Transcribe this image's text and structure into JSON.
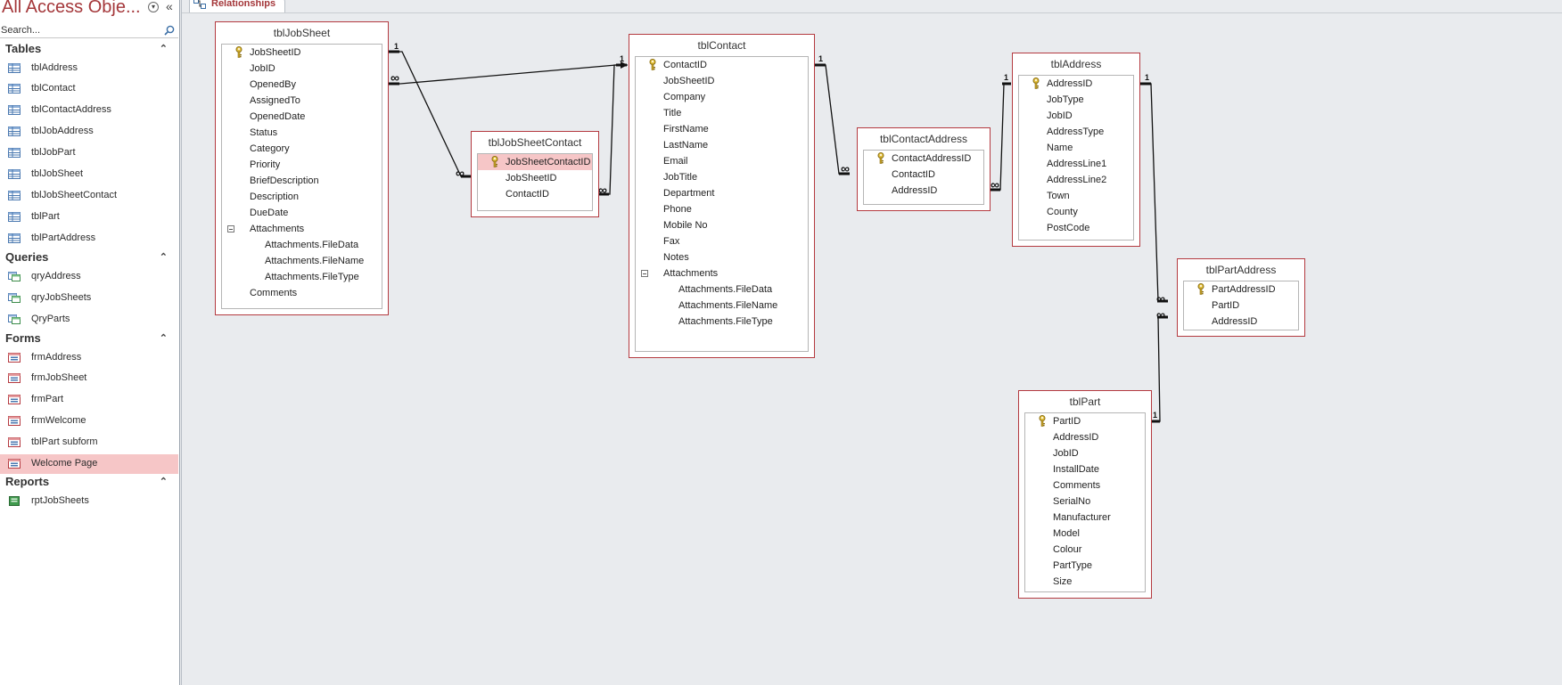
{
  "nav": {
    "title": "All Access Obje...",
    "search_placeholder": "Search...",
    "groups": [
      {
        "label": "Tables",
        "items": [
          "tblAddress",
          "tblContact",
          "tblContactAddress",
          "tblJobAddress",
          "tblJobPart",
          "tblJobSheet",
          "tblJobSheetContact",
          "tblPart",
          "tblPartAddress"
        ]
      },
      {
        "label": "Queries",
        "items": [
          "qryAddress",
          "qryJobSheets",
          "QryParts"
        ]
      },
      {
        "label": "Forms",
        "items": [
          "frmAddress",
          "frmJobSheet",
          "frmPart",
          "frmWelcome",
          "tblPart subform",
          "Welcome Page"
        ]
      },
      {
        "label": "Reports",
        "items": [
          "rptJobSheets"
        ]
      }
    ],
    "selected_item": "Welcome Page",
    "selected_color": "#f6c6c7"
  },
  "tab": {
    "label": "Relationships"
  },
  "tables": {
    "tblJobSheet": {
      "title": "tblJobSheet",
      "fields": [
        "JobSheetID",
        "JobID",
        "OpenedBy",
        "AssignedTo",
        "OpenedDate",
        "Status",
        "Category",
        "Priority",
        "BriefDescription",
        "Description",
        "DueDate",
        "Attachments",
        "Attachments.FileData",
        "Attachments.FileName",
        "Attachments.FileType",
        "Comments"
      ]
    },
    "tblJobSheetContact": {
      "title": "tblJobSheetContact",
      "fields": [
        "JobSheetContactID",
        "JobSheetID",
        "ContactID"
      ]
    },
    "tblContact": {
      "title": "tblContact",
      "fields": [
        "ContactID",
        "JobSheetID",
        "Company",
        "Title",
        "FirstName",
        "LastName",
        "Email",
        "JobTitle",
        "Department",
        "Phone",
        "Mobile No",
        "Fax",
        "Notes",
        "Attachments",
        "Attachments.FileData",
        "Attachments.FileName",
        "Attachments.FileType"
      ]
    },
    "tblContactAddress": {
      "title": "tblContactAddress",
      "fields": [
        "ContactAddressID",
        "ContactID",
        "AddressID"
      ]
    },
    "tblAddress": {
      "title": "tblAddress",
      "fields": [
        "AddressID",
        "JobType",
        "JobID",
        "AddressType",
        "Name",
        "AddressLine1",
        "AddressLine2",
        "Town",
        "County",
        "PostCode"
      ]
    },
    "tblPartAddress": {
      "title": "tblPartAddress",
      "fields": [
        "PartAddressID",
        "PartID",
        "AddressID"
      ]
    },
    "tblPart": {
      "title": "tblPart",
      "fields": [
        "PartID",
        "AddressID",
        "JobID",
        "InstallDate",
        "Comments",
        "SerialNo",
        "Manufacturer",
        "Model",
        "Colour",
        "PartType",
        "Size"
      ]
    }
  },
  "relationship_labels": {
    "one": "1",
    "many": "∞"
  },
  "colors": {
    "accent": "#a4373a",
    "table_border": "#b43a40",
    "workspace_bg": "#e9ebee"
  }
}
